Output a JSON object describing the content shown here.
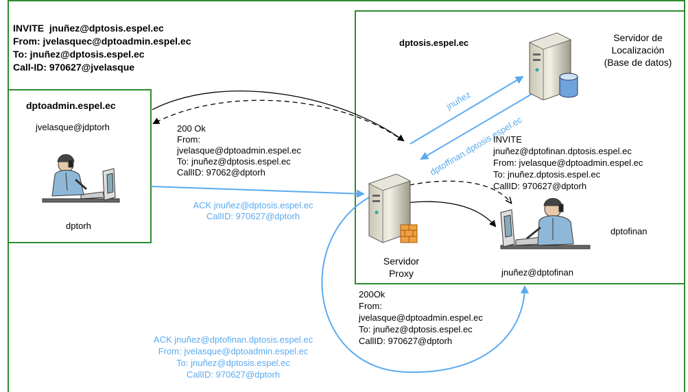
{
  "invite_header": {
    "line1": "INVITE  jnuñez@dptosis.espel.ec",
    "line2": "From: jvelasquec@dptoadmin.espel.ec",
    "line3": "To: jnuñez@dptosis.espel.ec",
    "line4": "Call-ID: 970627@jvelasque"
  },
  "admin_domain": {
    "title": "dptoadmin.espel.ec",
    "user": "jvelasque@jdptorh",
    "host": "dptorh"
  },
  "sis_domain": {
    "title": "dptosis.espel.ec"
  },
  "location_server": {
    "line1": "Servidor de",
    "line2": "Localización",
    "line3": "(Base de datos)"
  },
  "proxy": {
    "line1": "Servidor",
    "line2": "Proxy"
  },
  "finan": {
    "name": "dptofinan",
    "user": "jnuñez@dptofinan"
  },
  "ok_msg_1": {
    "line1": "200 Ok",
    "line2": "From:",
    "line3": "jvelasque@dptoadmin.espel.ec",
    "line4": "To: jnuñez@dptosis.espel.ec",
    "line5": "CallID: 97062@dptorh"
  },
  "ack_msg_1": {
    "line1": "ACK jnuñez@dptosis.espel.ec",
    "line2": "CallID: 970627@dptorh"
  },
  "locate_query": {
    "up": "jnuñez",
    "down": "dptoffinan.dptosis.espel.ec"
  },
  "invite_msg_2": {
    "line1": "INVITE",
    "line2": "jnuñez@dptofinan.dptosis.espel.ec",
    "line3": "From: jvelasque@dptoadmin.espel.ec",
    "line4": "To: jnuñez.dptosis.espel.ec",
    "line5": "CallID: 970627@dptorh"
  },
  "ok_msg_2": {
    "line1": "200Ok",
    "line2": "From:",
    "line3": "jvelasque@dptoadmin.espel.ec",
    "line4": "To: jnuñez@dptosis.espel.ec",
    "line5": "CallID: 970627@dptorh"
  },
  "ack_msg_2": {
    "line1": "ACK jnuñez@dptofinan.dptosis.espel.ec",
    "line2": "From: jvelasque@dptoadmin.espel.ec",
    "line3": "To: jnuñez@dptosis.espel.ec",
    "line4": "CallID: 970627@dptorh"
  },
  "colors": {
    "frame": "#2e8b2e",
    "ack_blue": "#5aaaf0",
    "text": "#000000"
  },
  "icons": [
    "server-icon",
    "database-icon",
    "firewall-icon",
    "phone-user-icon"
  ]
}
